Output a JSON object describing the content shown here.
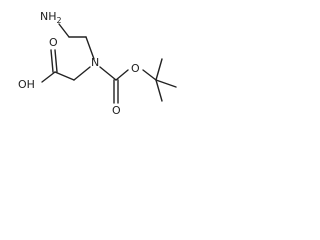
{
  "molecule": {
    "atoms": {
      "amine": {
        "main": "NH",
        "subscript": "2"
      },
      "nitrogen": "N",
      "hydroxyl": "OH",
      "carbonyl_acid_oxygen": "O",
      "carbamate_carbonyl_oxygen": "O",
      "ester_oxygen": "O"
    }
  }
}
